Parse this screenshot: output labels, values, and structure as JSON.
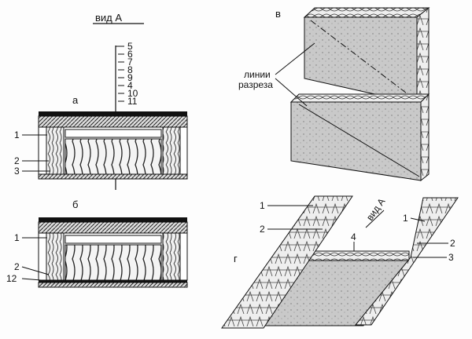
{
  "view_label": "вид А",
  "panel_a": {
    "letter": "а",
    "layer_numbers": [
      "5",
      "6",
      "7",
      "8",
      "9",
      "4",
      "10",
      "11"
    ],
    "callouts": [
      "1",
      "2",
      "3"
    ]
  },
  "panel_b": {
    "letter": "б",
    "callouts": [
      "1",
      "2",
      "12"
    ]
  },
  "panel_v": {
    "letter": "в",
    "cut_lines_label_1": "линии",
    "cut_lines_label_2": "разреза"
  },
  "panel_g": {
    "letter": "г",
    "view_label": "вид А",
    "callouts_left": [
      "1",
      "2"
    ],
    "callout_center": "4",
    "callouts_right": [
      "1",
      "2",
      "3"
    ]
  },
  "colors": {
    "ink": "#111111",
    "gray_fill": "#c9c9c9",
    "wood": "#eeeeee"
  }
}
